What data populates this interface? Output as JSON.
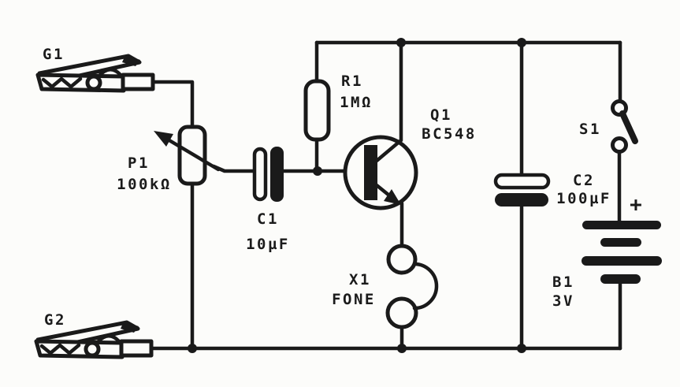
{
  "diagram": {
    "kind": "hand-drawn electronic schematic",
    "description": "Single-transistor audio amplifier / continuity tester circuit with alligator clip probes and earphone output",
    "ink_color": "#1a1a1a",
    "paper_color": "#fcfcfa"
  },
  "components": [
    {
      "id": "G1",
      "kind": "alligator-clip-probe",
      "label": "G1"
    },
    {
      "id": "G2",
      "kind": "alligator-clip-probe",
      "label": "G2"
    },
    {
      "id": "P1",
      "kind": "potentiometer",
      "label": "P1",
      "value": "100kΩ"
    },
    {
      "id": "C1",
      "kind": "electrolytic-capacitor",
      "label": "C1",
      "value": "10µF"
    },
    {
      "id": "R1",
      "kind": "resistor",
      "label": "R1",
      "value": "1MΩ"
    },
    {
      "id": "Q1",
      "kind": "npn-transistor",
      "label": "Q1",
      "value": "BC548"
    },
    {
      "id": "X1",
      "kind": "earphone",
      "label": "X1",
      "value": "FONE"
    },
    {
      "id": "C2",
      "kind": "electrolytic-capacitor",
      "label": "C2",
      "value": "100µF"
    },
    {
      "id": "S1",
      "kind": "spst-switch-open",
      "label": "S1"
    },
    {
      "id": "B1",
      "kind": "battery",
      "label": "B1",
      "value": "3V",
      "polarity_mark": "+"
    }
  ]
}
